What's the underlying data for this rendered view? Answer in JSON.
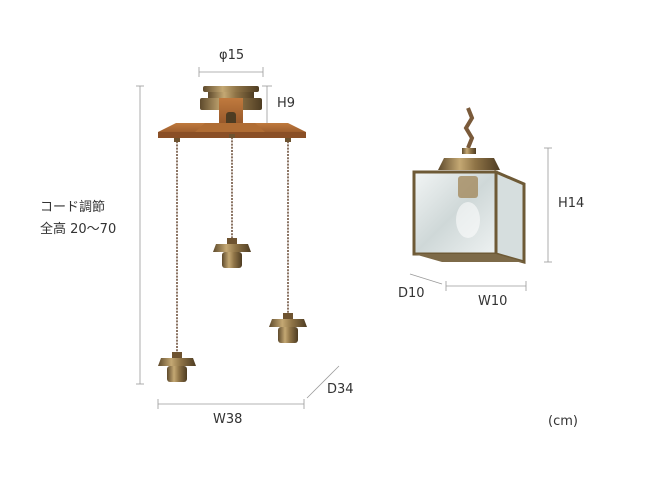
{
  "labels": {
    "top_diameter": "φ15",
    "ceiling_height": "H9",
    "cord_adjust": "コード調節",
    "total_length": "全高 20～70",
    "width_fixture": "W38",
    "depth_fixture": "D34",
    "shade_height": "H14",
    "shade_depth": "D10",
    "shade_width": "W10",
    "unit": "(cm)"
  },
  "colors": {
    "wood": "#a8642f",
    "wood_dark": "#7a4420",
    "brass": "#a08456",
    "brass_dark": "#5e4a2c",
    "cord": "#5a3a22",
    "dimension_line": "#9a9a9a",
    "glass": "#dfe6e6"
  }
}
